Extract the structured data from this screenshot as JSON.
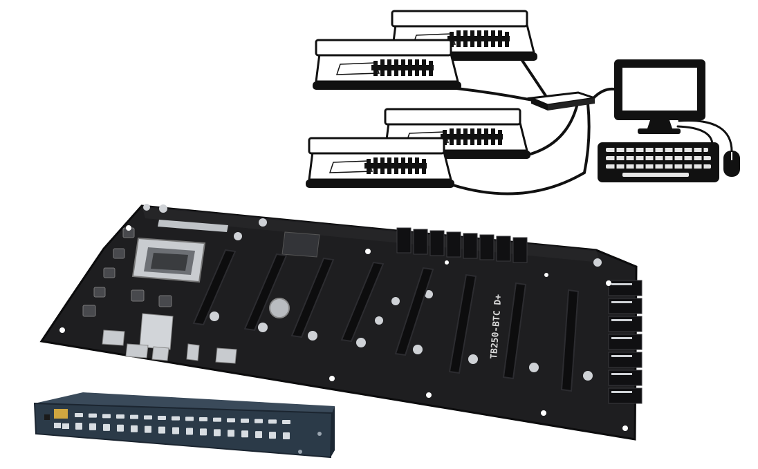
{
  "scene": {
    "kind": "product photo composite",
    "background": "#ffffff"
  },
  "diagram": {
    "rig_count": 4,
    "rig_icon": "mining-rig-icon",
    "kvm_icon": "kvm-switch-icon",
    "computer_icon": "desktop-computer-icon",
    "keyboard_icon": "keyboard-icon",
    "mouse_icon": "mouse-icon",
    "stroke_color": "#111111"
  },
  "motherboard": {
    "model_label": "TB250-BTC D+",
    "pcb_color": "#1e1e20",
    "slot_count": 8
  },
  "kvm_switch": {
    "port_count": 16,
    "body_color": "#2b3a48",
    "port_color": "#d8dde2"
  }
}
